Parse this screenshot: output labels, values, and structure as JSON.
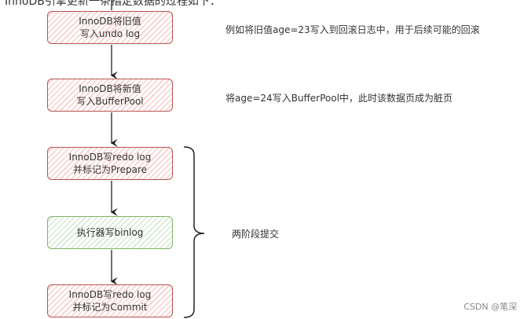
{
  "header_text": "InnoDB引擎更新一条指定数据的过程如下：",
  "steps": [
    {
      "line1": "InnoDB将旧值",
      "line2": "写入undo log",
      "color": "#b85450"
    },
    {
      "line1": "InnoDB将新值",
      "line2": "写入BufferPool",
      "color": "#b85450"
    },
    {
      "line1": "InnoDB写redo log",
      "line2": "并标记为Prepare",
      "color": "#b85450"
    },
    {
      "line1": "执行器写binlog",
      "line2": "",
      "color": "#82b366"
    },
    {
      "line1": "InnoDB写redo log",
      "line2": "并标记为Commit",
      "color": "#b85450"
    }
  ],
  "notes": {
    "step1": "例如将旧值age=23写入到回滚日志中，用于后续可能的回滚",
    "step2": "将age=24写入BufferPool中，此时该数据页成为脏页",
    "brace_label": "两阶段提交"
  },
  "watermark": "CSDN @笔深"
}
